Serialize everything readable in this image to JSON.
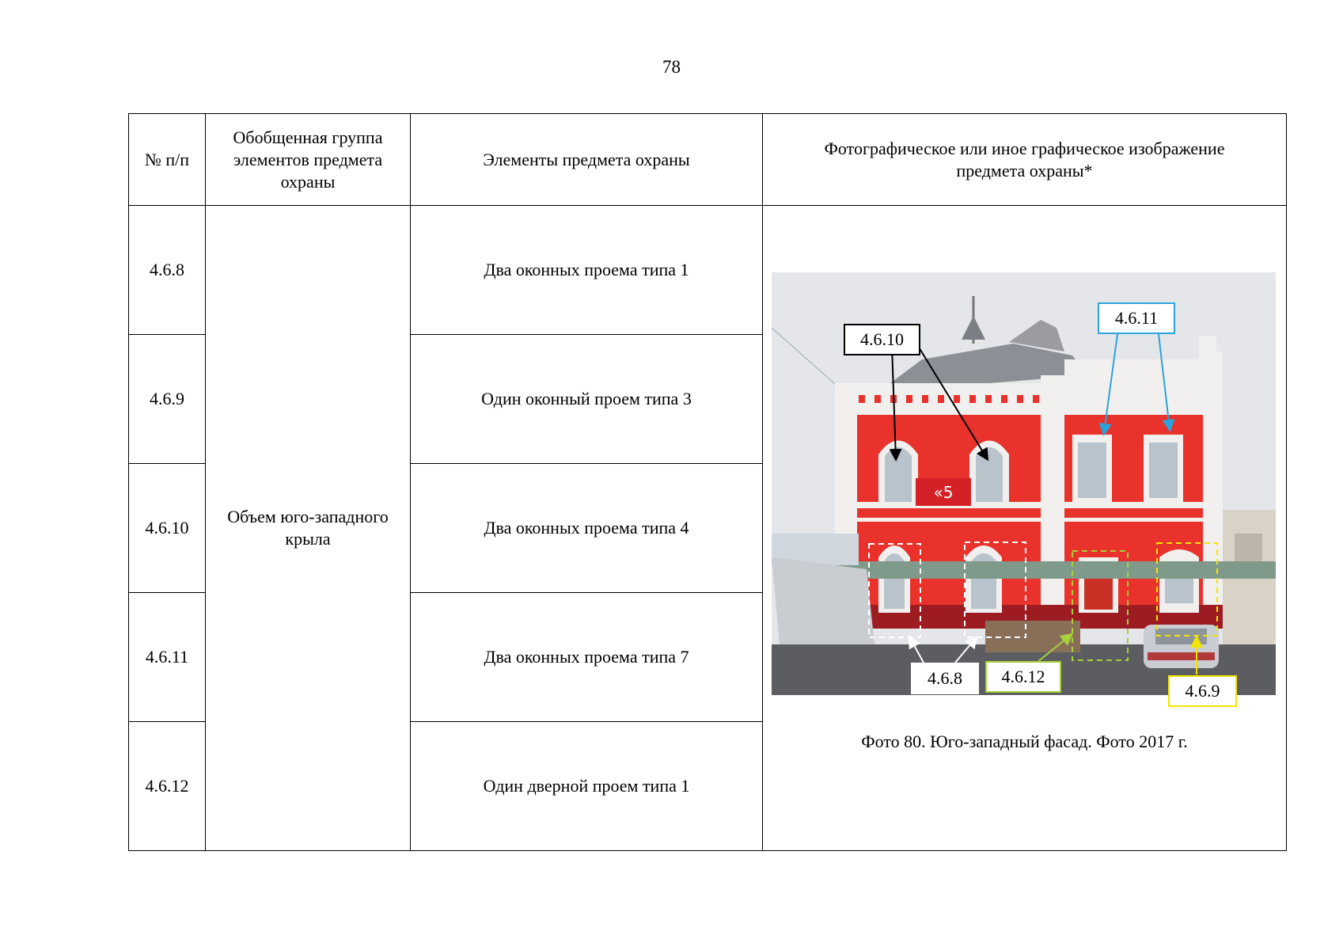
{
  "page": {
    "number": "78"
  },
  "table": {
    "headers": {
      "num": "№ п/п",
      "group": "Обобщенная группа элементов предмета охраны",
      "elements": "Элементы предмета охраны",
      "image": "Фотографическое или иное графическое изображение предмета охраны*"
    },
    "group_label": "Объем юго-западного крыла",
    "rows": [
      {
        "num": "4.6.8",
        "element": "Два оконных проема типа 1"
      },
      {
        "num": "4.6.9",
        "element": "Один оконный проем типа 3"
      },
      {
        "num": "4.6.10",
        "element": "Два оконных проема типа 4"
      },
      {
        "num": "4.6.11",
        "element": "Два оконных проема типа 7"
      },
      {
        "num": "4.6.12",
        "element": "Один дверной проем типа 1"
      }
    ]
  },
  "photo": {
    "caption": "Фото 80. Юго-западный фасад. Фото 2017 г.",
    "labels": {
      "l4610": "4.6.10",
      "l4611": "4.6.11",
      "l468": "4.6.8",
      "l4612": "4.6.12",
      "l469": "4.6.9"
    },
    "colors": {
      "facade_red": "#e8322b",
      "trim_white": "#f2f0ee",
      "sky": "#e4e6ea",
      "label_black": "#000000",
      "label_blue": "#29a3dc",
      "label_green": "#a6d13a",
      "label_yellow": "#f2e600"
    },
    "sign_text": "«5"
  }
}
